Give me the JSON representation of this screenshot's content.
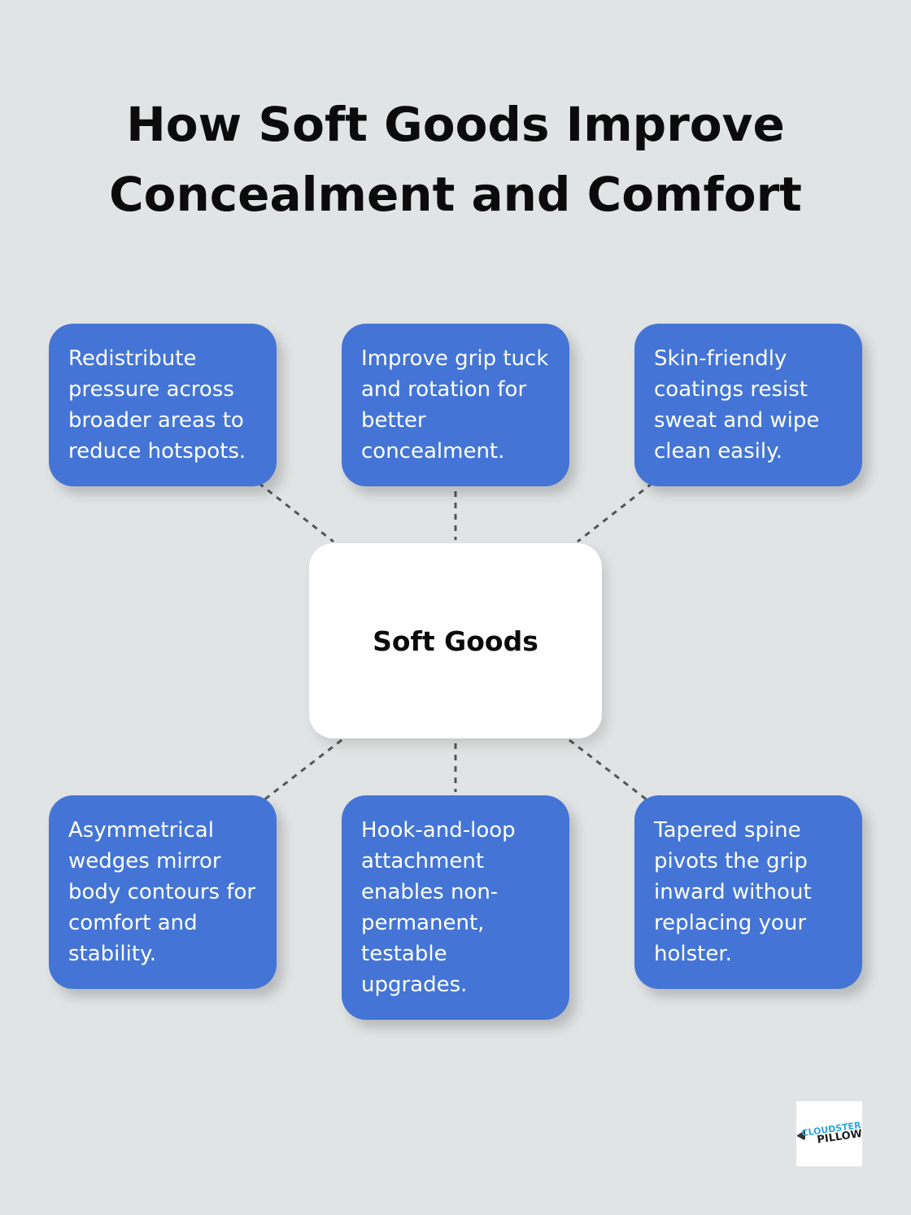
{
  "title": {
    "line1": "How Soft Goods Improve",
    "line2": "Concealment and Comfort"
  },
  "center": {
    "label": "Soft Goods"
  },
  "items": [
    {
      "text": "Redistribute pressure across broader areas to reduce hotspots."
    },
    {
      "text": "Improve grip tuck and rotation for better concealment."
    },
    {
      "text": "Skin-friendly coatings resist sweat and wipe clean easily."
    },
    {
      "text": "Asymmetrical wedges mirror body contours for comfort and stability."
    },
    {
      "text": "Hook-and-loop attachment enables non-permanent, testable upgrades."
    },
    {
      "text": "Tapered spine pivots the grip inward without replacing your holster."
    }
  ],
  "logo": {
    "line1": "CLOUDSTER",
    "line2": "PILLOW"
  },
  "colors": {
    "background": "#e1e4e4",
    "box": "#4475d6",
    "center": "#ffffff",
    "connector": "#555555"
  }
}
